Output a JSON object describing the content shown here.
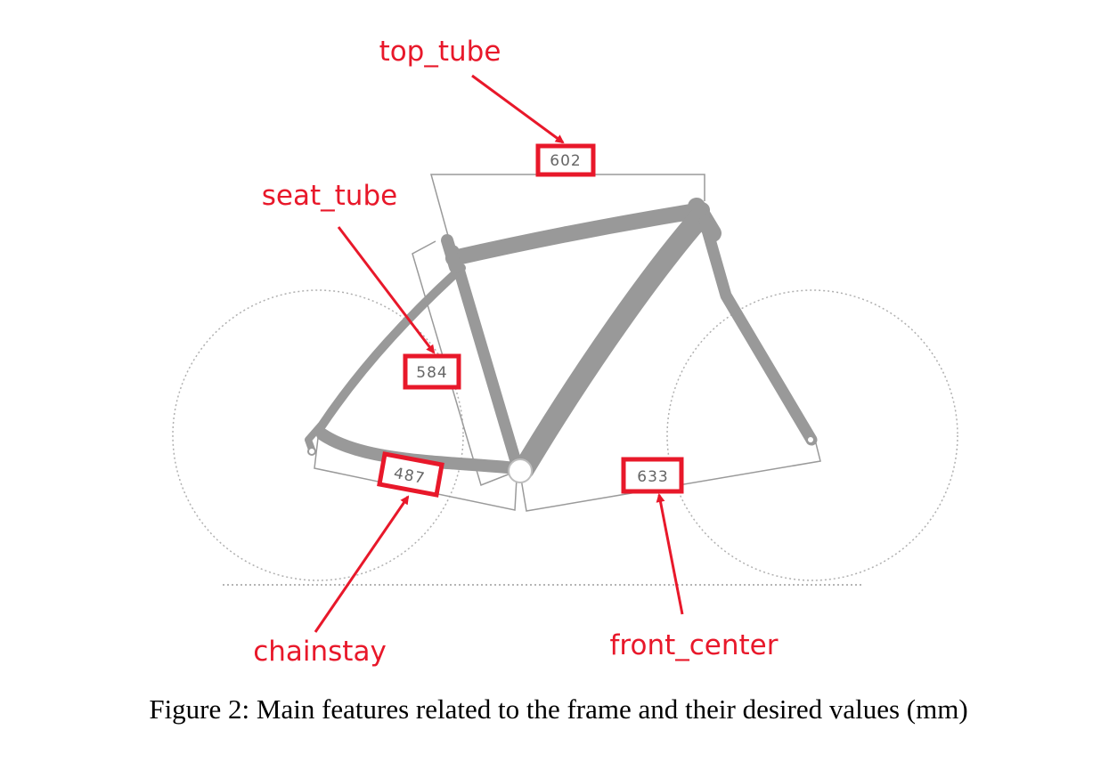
{
  "diagram": {
    "callouts": {
      "top_tube": {
        "label": "top_tube",
        "value": "602"
      },
      "seat_tube": {
        "label": "seat_tube",
        "value": "584"
      },
      "chainstay": {
        "label": "chainstay",
        "value": "487"
      },
      "front_center": {
        "label": "front_center",
        "value": "633"
      }
    },
    "colors": {
      "callout": "#e8182a",
      "frame": "#999999",
      "guide_lines": "#9a9a9a",
      "wheels": "#b0b0b0",
      "value_text": "#666666"
    }
  },
  "caption": "Figure 2: Main features related to the frame and their desired values (mm)"
}
